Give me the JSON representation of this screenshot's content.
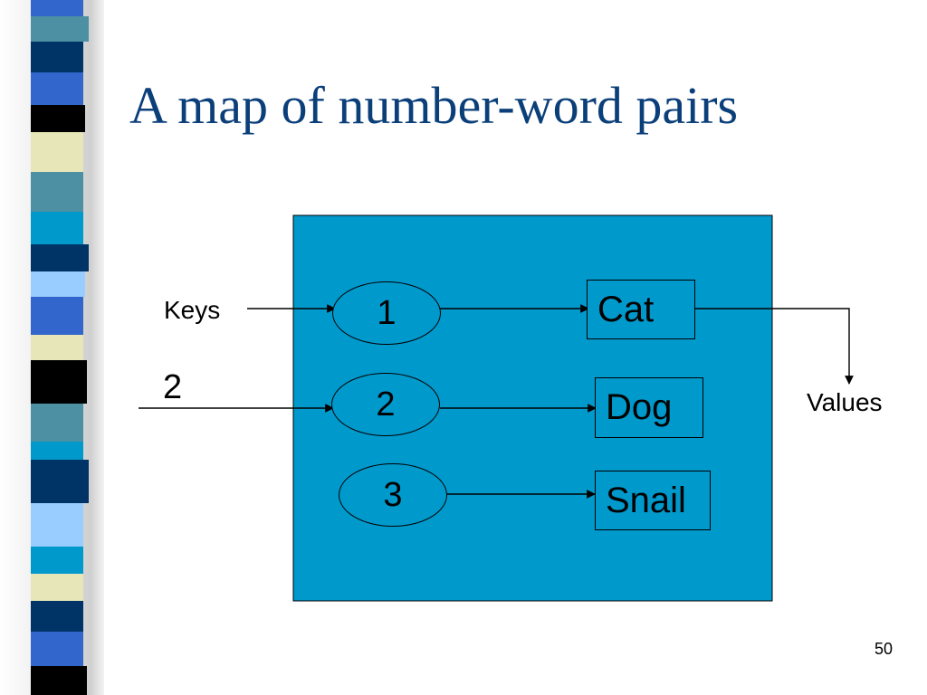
{
  "slide": {
    "title": "A map of number-word pairs",
    "slide_number": "50"
  },
  "diagram": {
    "keys_label": "Keys",
    "values_label": "Values",
    "input_key": "2",
    "keys": [
      "1",
      "2",
      "3"
    ],
    "values": [
      "Cat",
      "Dog",
      "Snail"
    ],
    "colors": {
      "title": "#0b3f7a",
      "panel": "#0099cc",
      "text": "#000000",
      "stripe_dark": "#003366",
      "stripe_blue": "#3366cc",
      "stripe_light": "#99ccff",
      "stripe_cream": "#e6e6b8",
      "stripe_teal": "#4d8fa3",
      "stripe_cyan": "#0099cc"
    }
  }
}
